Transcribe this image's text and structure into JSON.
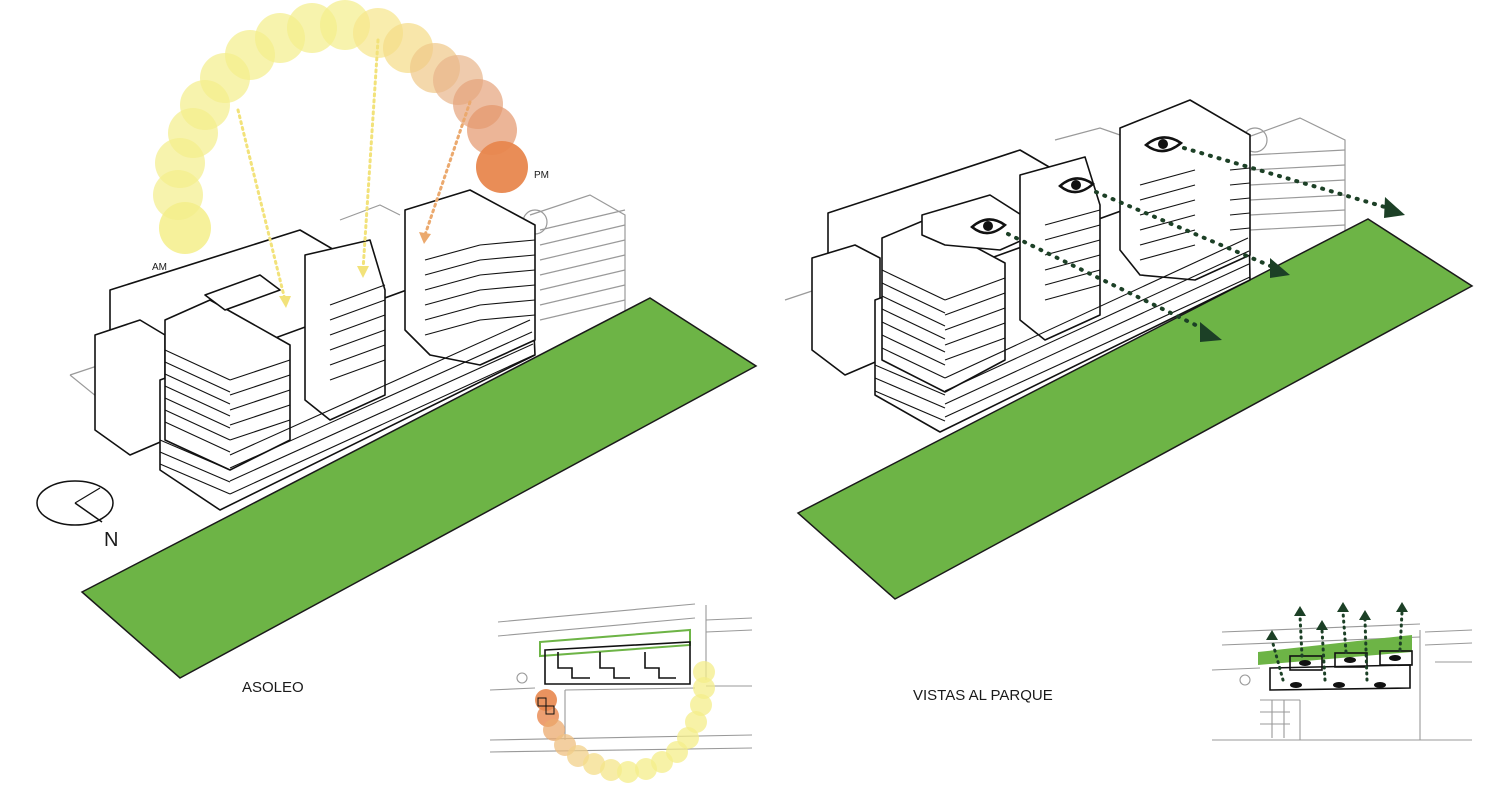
{
  "left_panel": {
    "caption": "ASOLEO",
    "sun_start_label": "AM",
    "sun_end_label": "PM",
    "north_label": "N"
  },
  "right_panel": {
    "caption": "VISTAS AL PARQUE"
  },
  "colors": {
    "park_green": "#6db446",
    "sun_morning": "#f4ee8a",
    "sun_evening": "#e8874e",
    "view_arrow": "#1c4026",
    "line": "#111111",
    "context_line": "#9a9a9a"
  },
  "icons": [
    "sun-icon",
    "eye-icon",
    "north-arrow-icon"
  ]
}
